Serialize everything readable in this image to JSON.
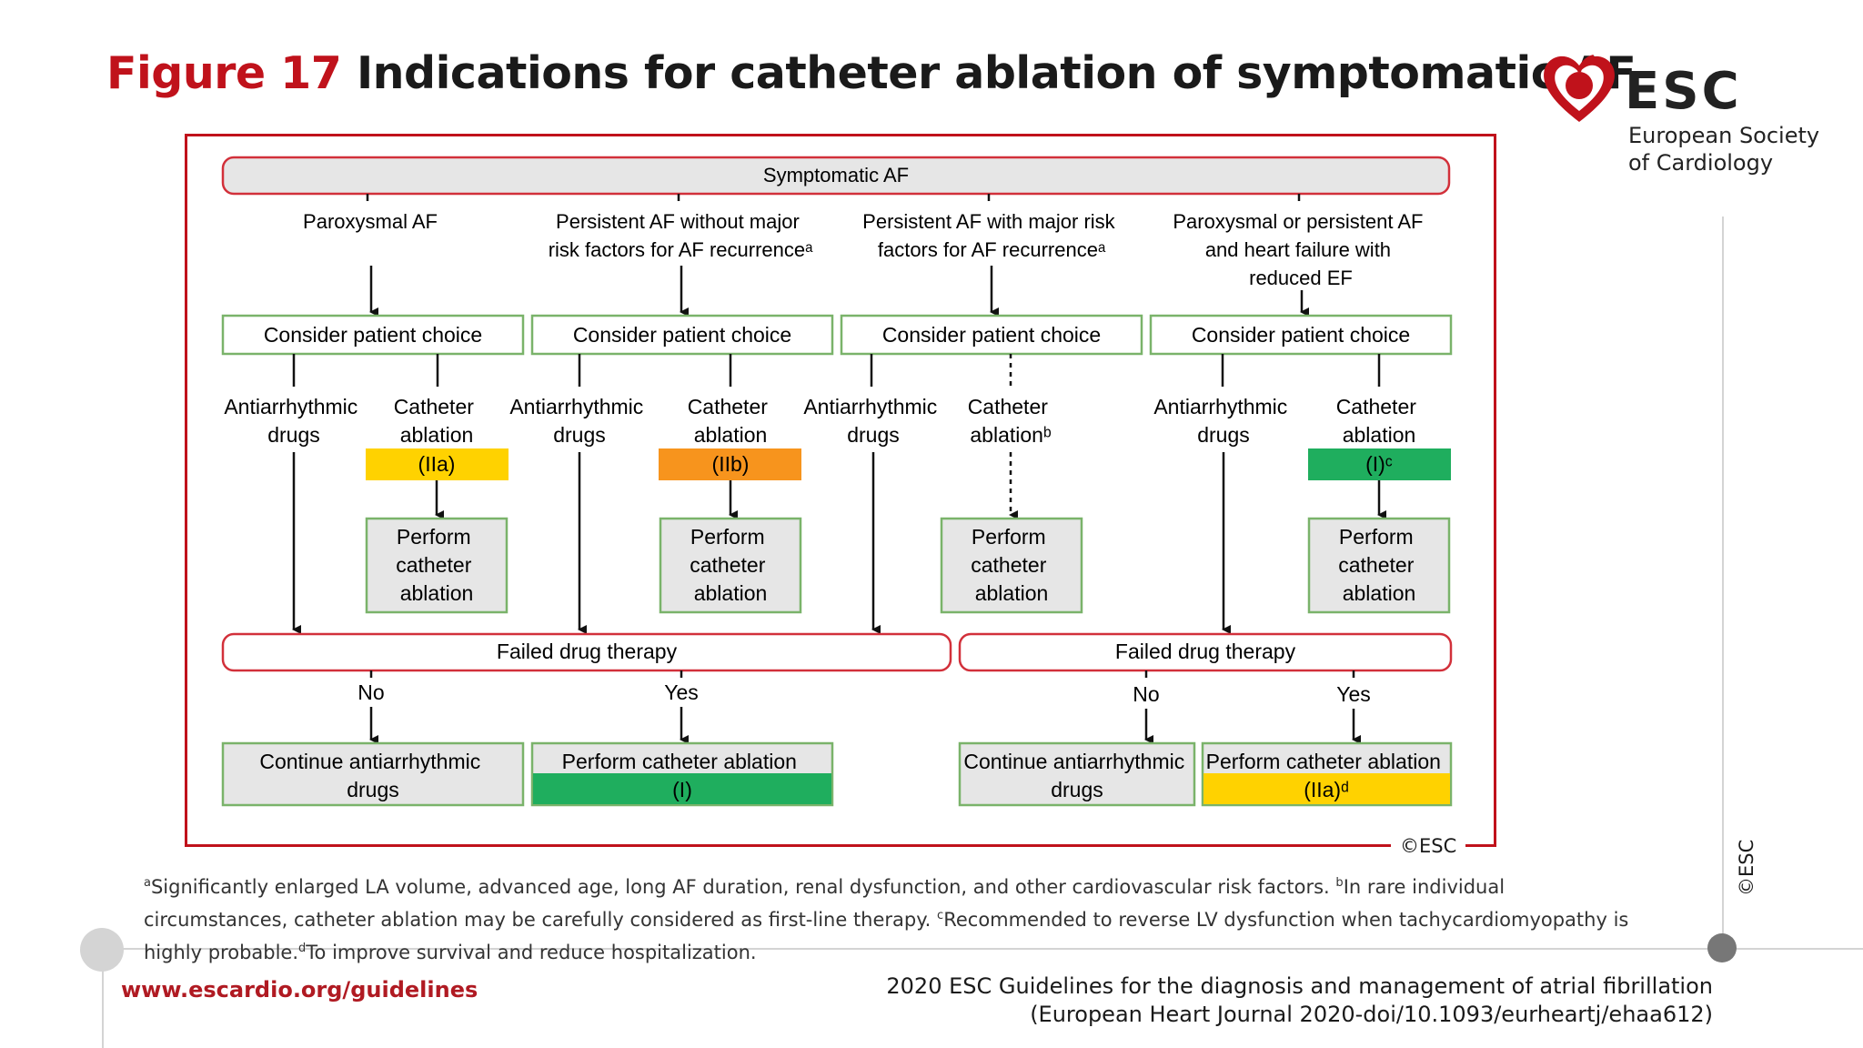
{
  "header": {
    "figure_number": "Figure 17",
    "title": "Indications for catheter ablation of symptomatic AF"
  },
  "logo": {
    "abbr": "ESC",
    "name": "European Society\nof Cardiology",
    "brand_color": "#c0121b",
    "icon": "heart-logo-icon"
  },
  "diagram": {
    "top_label": "Symptomatic AF",
    "columns": [
      {
        "heading": [
          "Paroxysmal AF"
        ],
        "choice": "Consider patient choice",
        "drugs": [
          "Antiarrhythmic",
          "drugs"
        ],
        "ablation": [
          "Catheter",
          "ablation"
        ],
        "cls": "(IIa)",
        "cls_color": "#ffd200",
        "perform": [
          "Perform",
          "catheter",
          "ablation"
        ]
      },
      {
        "heading": [
          "Persistent AF without major",
          "risk factors for AF recurrenceᵃ"
        ],
        "choice": "Consider patient choice",
        "drugs": [
          "Antiarrhythmic",
          "drugs"
        ],
        "ablation": [
          "Catheter",
          "ablation"
        ],
        "cls": "(IIb)",
        "cls_color": "#f7941d",
        "perform": [
          "Perform",
          "catheter",
          "ablation"
        ]
      },
      {
        "heading": [
          "Persistent AF with major risk",
          "factors for AF recurrenceᵃ"
        ],
        "choice": "Consider patient choice",
        "drugs": [
          "Antiarrhythmic",
          "drugs"
        ],
        "ablation": [
          "Catheter",
          "ablationᵇ"
        ],
        "cls": "",
        "cls_color": "",
        "perform": [
          "Perform",
          "catheter",
          "ablation"
        ]
      },
      {
        "heading": [
          "Paroxysmal or persistent AF",
          "and heart failure with",
          "reduced EF"
        ],
        "choice": "Consider patient choice",
        "drugs": [
          "Antiarrhythmic",
          "drugs"
        ],
        "ablation": [
          "Catheter",
          "ablation"
        ],
        "cls": "(I)ᶜ",
        "cls_color": "#1fae5e",
        "perform": [
          "Perform",
          "catheter",
          "ablation"
        ]
      }
    ],
    "failed_left": "Failed drug therapy",
    "failed_right": "Failed drug therapy",
    "outcomes": [
      {
        "branch": "No",
        "line1": "Continue antiarrhythmic",
        "line2": "drugs",
        "color": ""
      },
      {
        "branch": "Yes",
        "line1": "Perform catheter ablation",
        "line2": "(I)",
        "color": "#1fae5e"
      },
      {
        "branch": "No",
        "line1": "Continue antiarrhythmic",
        "line2": "drugs",
        "color": ""
      },
      {
        "branch": "Yes",
        "line1": "Perform catheter ablation",
        "line2": "(IIa)ᵈ",
        "color": "#ffd200"
      }
    ],
    "copyright": "©ESC"
  },
  "footnotes": {
    "a_mark": "a",
    "a_text": "Significantly enlarged LA volume, advanced age, long AF duration, renal dysfunction, and other cardiovascular risk factors. ",
    "b_mark": "b",
    "b_text": "In rare individual circumstances, catheter ablation may be carefully considered as first-line therapy. ",
    "c_mark": "c",
    "c_text": "Recommended to reverse LV dysfunction when tachycardiomyopathy is highly probable.",
    "d_mark": "d",
    "d_text": "To improve survival and reduce hospitalization."
  },
  "footer": {
    "url": "www.escardio.org/guidelines",
    "ref_line1": "2020 ESC Guidelines for the diagnosis and management of atrial fibrillation",
    "ref_line2": "(European Heart Journal 2020-doi/10.1093/eurheartj/ehaa612)",
    "side_label": "©ESC"
  }
}
